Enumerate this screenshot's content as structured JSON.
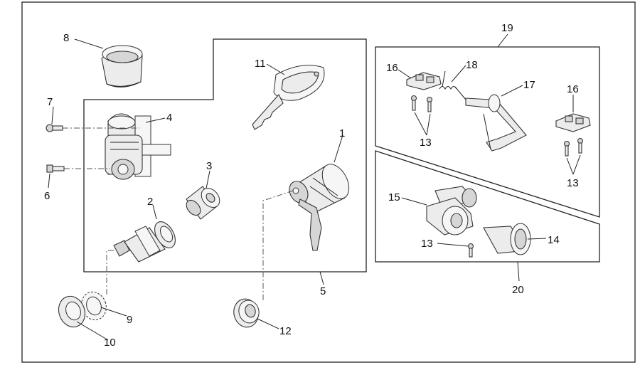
{
  "diagram": {
    "callouts": {
      "c1": "1",
      "c2": "2",
      "c3": "3",
      "c4": "4",
      "c5": "5",
      "c6": "6",
      "c7": "7",
      "c8": "8",
      "c9": "9",
      "c10": "10",
      "c11": "11",
      "c12": "12",
      "c13a": "13",
      "c13b": "13",
      "c13c": "13",
      "c14": "14",
      "c15": "15",
      "c16a": "16",
      "c16b": "16",
      "c17": "17",
      "c18": "18",
      "c19": "19",
      "c20": "20"
    }
  }
}
